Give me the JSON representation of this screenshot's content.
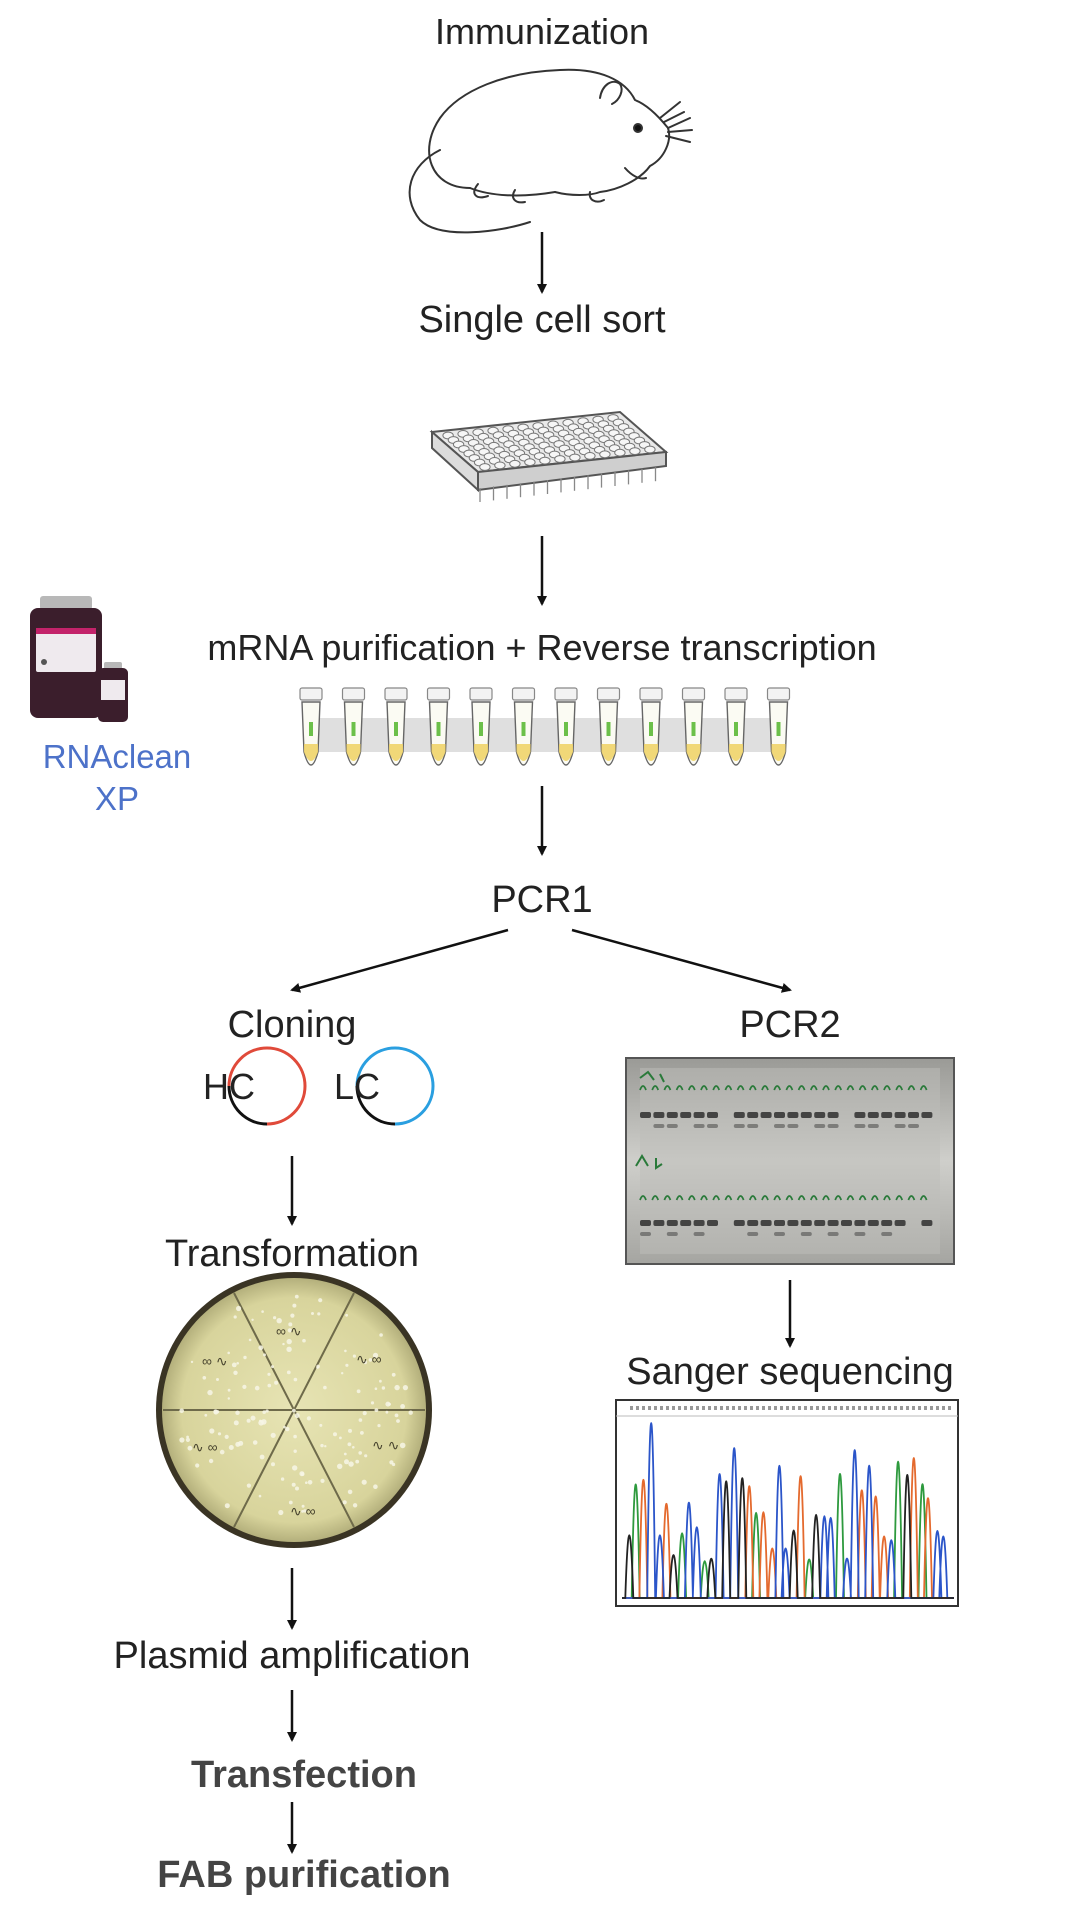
{
  "steps": {
    "immunization": "Immunization",
    "single_cell_sort": "Single cell sort",
    "mrna_rt": "mRNA purification + Reverse transcription",
    "pcr1": "PCR1",
    "cloning": "Cloning",
    "pcr2": "PCR2",
    "transformation": "Transformation",
    "sanger": "Sanger sequencing",
    "plasmid": "Plasmid amplification",
    "transfection": "Transfection",
    "fab": "FAB purification"
  },
  "reagent": {
    "line1": "RNAclean",
    "line2": "XP"
  },
  "plasmids": {
    "heavy": "HC",
    "light": "LC"
  },
  "colors": {
    "reagent_text": "#4d72c9",
    "hc_ring": "#e04a3a",
    "lc_ring": "#2a9fe0",
    "trace_colors": [
      "#2e9a3e",
      "#e46a2e",
      "#2b55c9",
      "#222222"
    ]
  },
  "icons": {
    "mouse": "mouse-icon",
    "plate": "96-well-plate-icon",
    "tubes": "pcr-tube-strip-icon",
    "bottles": "reagent-bottles-icon",
    "gel": "agarose-gel-icon",
    "dish": "petri-dish-icon",
    "chromatogram": "chromatogram-icon"
  }
}
